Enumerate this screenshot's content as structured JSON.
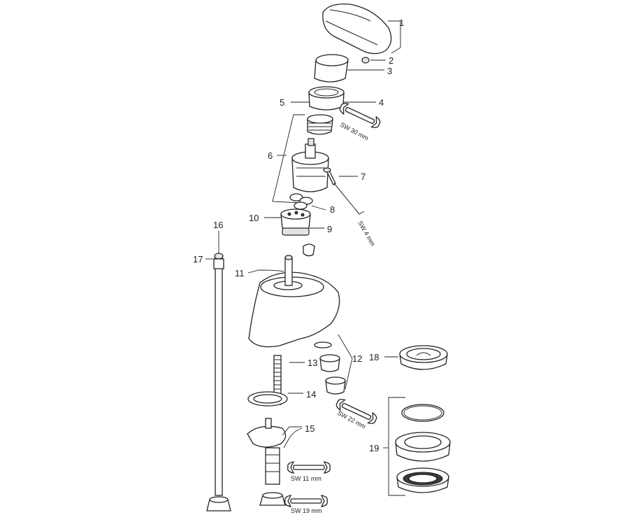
{
  "callouts": {
    "c1": "1",
    "c2": "2",
    "c3": "3",
    "c4": "4",
    "c5": "5",
    "c6": "6",
    "c7": "7",
    "c8": "8",
    "c9": "9",
    "c10": "10",
    "c11": "11",
    "c12": "12",
    "c13": "13",
    "c14": "14",
    "c15": "15",
    "c16": "16",
    "c17": "17",
    "c18": "18",
    "c19": "19"
  },
  "wrench_labels": {
    "sw30": "SW 30 mm",
    "sw4": "SW 4 mm",
    "sw22": "SW 22 mm",
    "sw11": "SW 11 mm",
    "sw19": "SW 19 mm"
  }
}
